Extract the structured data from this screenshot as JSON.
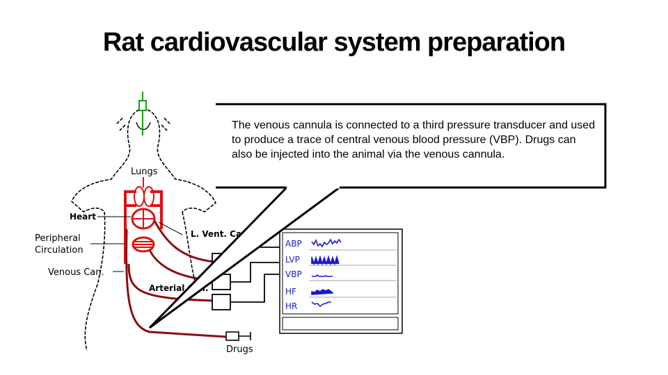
{
  "title": "Rat cardiovascular system preparation",
  "callout": "The venous cannula is connected to a third pressure transducer and used to produce a trace of central venous blood pressure (VBP). Drugs can also be injected into the animal via the venous cannula.",
  "labels": {
    "lungs": "Lungs",
    "heart": "Heart",
    "peripheral_1": "Peripheral",
    "peripheral_2": "Circulation",
    "venous_can": "Venous Can.",
    "arterial_can": "Arterial Can.",
    "lvent_can": "L. Vent. Can.",
    "drugs": "Drugs"
  },
  "traces": [
    "ABP",
    "LVP",
    "VBP",
    "HF",
    "HR"
  ],
  "colors": {
    "red": "#e01010",
    "dark_red": "#8a0f0f",
    "trace_blue": "#1a1ad0",
    "green": "#14a014"
  }
}
